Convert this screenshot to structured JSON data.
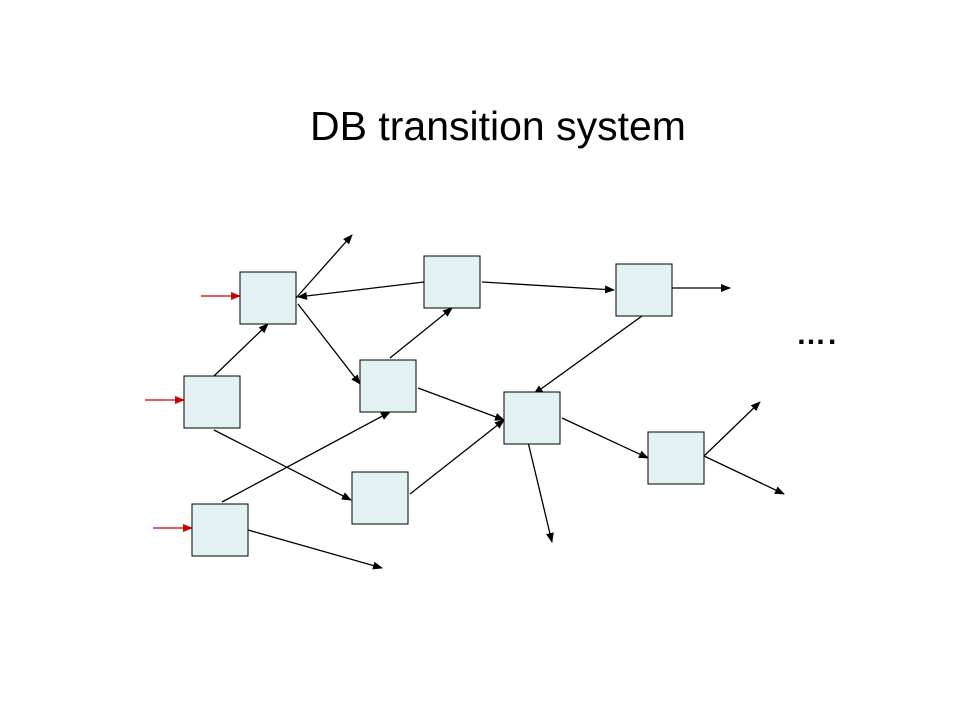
{
  "slide": {
    "title": "DB transition system",
    "ellipsis": "…."
  },
  "colors": {
    "state_fill": "#e4f2f4",
    "state_stroke": "#000000",
    "edge": "#000000",
    "initial_edge": "#cc0000"
  },
  "diagram": {
    "states": [
      "s1",
      "s2",
      "s3",
      "s4",
      "s5",
      "s6",
      "s7",
      "s8",
      "s9",
      "s10"
    ],
    "initial_states": [
      "s1",
      "s2",
      "s3"
    ],
    "transitions": [
      {
        "from": "s2",
        "to": "s1"
      },
      {
        "from": "s2",
        "to": "s5"
      },
      {
        "from": "s1",
        "to": "s4"
      },
      {
        "from": "s3",
        "to": "s4"
      },
      {
        "from": "s4",
        "to": "s6"
      },
      {
        "from": "s4",
        "to": "s7"
      },
      {
        "from": "s6",
        "to": "s1"
      },
      {
        "from": "s6",
        "to": "s9"
      },
      {
        "from": "s5",
        "to": "s7"
      },
      {
        "from": "s9",
        "to": "s7"
      },
      {
        "from": "s7",
        "to": "s10"
      }
    ],
    "dangling_transitions": [
      "s1",
      "s3",
      "s9",
      "s7",
      "s10",
      "s10"
    ]
  }
}
